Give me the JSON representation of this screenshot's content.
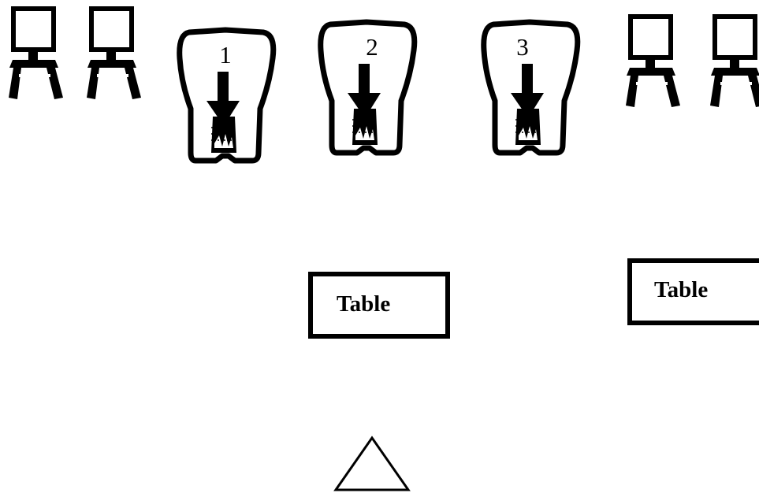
{
  "colors": {
    "ink": "#000000",
    "background": "#ffffff"
  },
  "chairs": [
    {
      "icon": "chair-icon"
    },
    {
      "icon": "chair-icon"
    },
    {
      "icon": "chair-icon"
    },
    {
      "icon": "chair-icon"
    }
  ],
  "cows": [
    {
      "number": "1",
      "icon": "cow-rear-icon"
    },
    {
      "number": "2",
      "icon": "cow-rear-icon"
    },
    {
      "number": "3",
      "icon": "cow-rear-icon"
    }
  ],
  "tables": [
    {
      "label": "Table"
    },
    {
      "label": "Table"
    }
  ],
  "marker": {
    "icon": "triangle-icon"
  }
}
